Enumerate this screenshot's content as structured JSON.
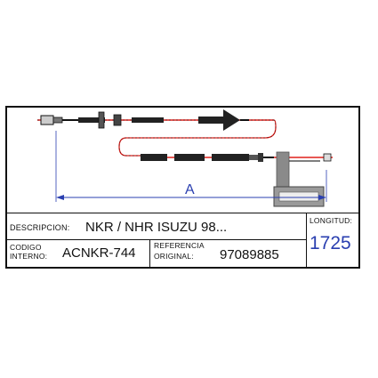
{
  "dimension_label": "A",
  "fields": {
    "descripcion_label": "DESCRIPCION:",
    "descripcion_value": "NKR / NHR ISUZU 98...",
    "codigo_label_1": "CODIGO",
    "codigo_label_2": "INTERNO:",
    "codigo_value": "ACNKR-744",
    "referencia_label_1": "REFERENCIA",
    "referencia_label_2": "ORIGINAL:",
    "referencia_value": "97089885",
    "longitud_label": "LONGITUD:",
    "longitud_value": "1725"
  },
  "colors": {
    "frame": "#111111",
    "cable_red": "#e0201c",
    "dimension_blue": "#2a3fb0",
    "bracket_gray": "#8a8a8a"
  }
}
